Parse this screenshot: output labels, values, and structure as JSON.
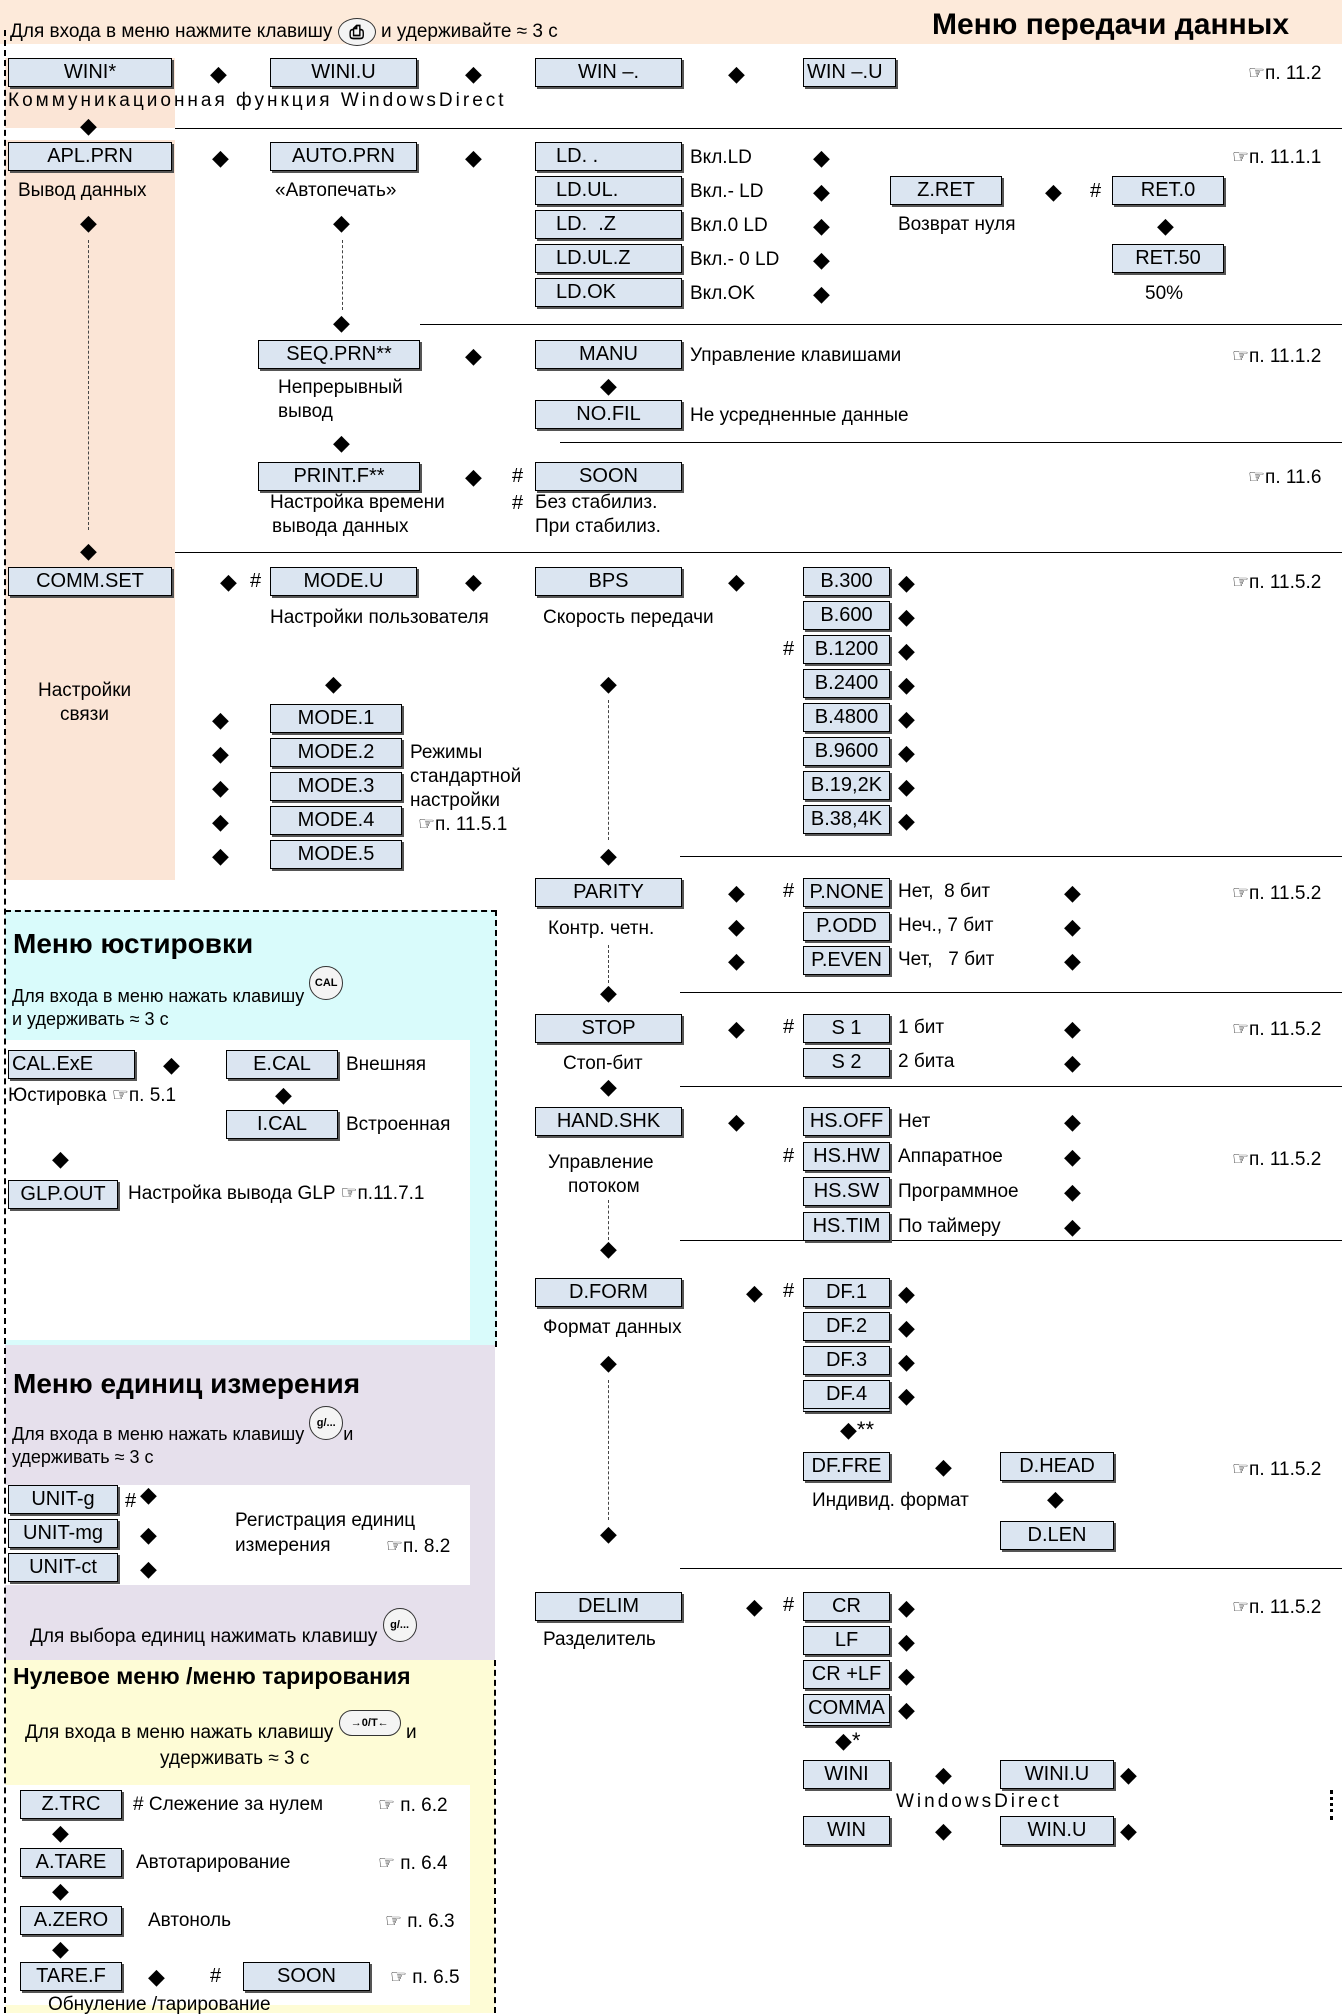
{
  "header": {
    "instruction_pre": "Для входа в меню нажмите клавишу",
    "instruction_post": "и удерживайте ≈ 3 с",
    "title": "Меню передачи данных",
    "print_key": "⎙"
  },
  "wini_row": {
    "wini": "WINI*",
    "wini_u": "WINI.U",
    "win": "WIN –.",
    "win_u": "WIN –.U",
    "ref": "☞п. 11.2",
    "desc": "Коммуникационная функция WindowsDirect"
  },
  "apl": {
    "box": "APL.PRN",
    "label": "Вывод данных",
    "auto": "AUTO.PRN",
    "auto_desc": "«Автопечать»",
    "ref": "☞п. 11.1.1",
    "ld": [
      "LD.  .",
      "LD.UL.",
      "LD.  .Z",
      "LD.UL.Z",
      "LD.OK"
    ],
    "ld_desc": [
      "Вкл.LD",
      "Вкл.- LD",
      "Вкл.0 LD",
      "Вкл.- 0 LD",
      "Вкл.OK"
    ],
    "zret": "Z.RET",
    "zret_desc": "Возврат нуля",
    "ret0": "RET.0",
    "ret50": "RET.50",
    "ret50_desc": "50%"
  },
  "seq": {
    "box": "SEQ.PRN**",
    "desc1": "Непрерывный",
    "desc2": "вывод",
    "manu": "MANU",
    "manu_desc": "Управление клавишами",
    "nofil": "NO.FIL",
    "nofil_desc": "Не усредненные данные",
    "ref": "☞п. 11.1.2"
  },
  "printf": {
    "box": "PRINT.F**",
    "desc1": "Настройка времени",
    "desc2": "вывода данных",
    "soon": "SOON",
    "soon_desc1": "Без стабилиз.",
    "soon_desc2": "При стабилиз.",
    "ref": "☞п. 11.6"
  },
  "comm": {
    "box": "COMM.SET",
    "label1": "Настройки",
    "label2": "связи",
    "mode_u": "MODE.U",
    "mode_u_desc": "Настройки пользователя",
    "modes": [
      "MODE.1",
      "MODE.2",
      "MODE.3",
      "MODE.4",
      "MODE.5"
    ],
    "modes_desc": [
      "Режимы",
      "стандартной",
      "настройки",
      "☞п. 11.5.1"
    ],
    "bps": "BPS",
    "bps_desc": "Скорость передачи",
    "bauds": [
      "B.300",
      "B.600",
      "B.1200",
      "B.2400",
      "B.4800",
      "B.9600",
      "B.19,2K",
      "B.38,4K"
    ],
    "ref": "☞п. 11.5.2"
  },
  "parity": {
    "box": "PARITY",
    "desc": "Контр. четн.",
    "items": [
      "P.NONE",
      "P.ODD",
      "P.EVEN"
    ],
    "items_desc": [
      "Нет,  8 бит",
      "Неч., 7 бит",
      "Чет,   7 бит"
    ],
    "ref": "☞п. 11.5.2"
  },
  "stop": {
    "box": "STOP",
    "desc": "Стоп-бит",
    "items": [
      "S 1",
      "S 2"
    ],
    "items_desc": [
      "1 бит",
      "2 бита"
    ],
    "ref": "☞п. 11.5.2"
  },
  "hand": {
    "box": "HAND.SHK",
    "desc1": "Управление",
    "desc2": "потоком",
    "items": [
      "HS.OFF",
      "HS.HW",
      "HS.SW",
      "HS.TIM"
    ],
    "items_desc": [
      "Нет",
      "Аппаратное",
      "Программное",
      "По таймеру"
    ],
    "ref": "☞п. 11.5.2"
  },
  "dform": {
    "box": "D.FORM",
    "desc": "Формат данных",
    "items": [
      "DF.1",
      "DF.2",
      "DF.3",
      "DF.4"
    ],
    "dfre": "DF.FRE",
    "dfre_desc": "Индивид. формат",
    "dhead": "D.HEAD",
    "dlen": "D.LEN",
    "ref": "☞п. 11.5.2"
  },
  "delim": {
    "box": "DELIM",
    "desc": "Разделитель",
    "items": [
      "CR",
      "LF",
      "CR +LF",
      "COMMA"
    ],
    "wini": "WINI",
    "wini_u": "WINI.U",
    "win": "WIN",
    "win_u": "WIN.U",
    "wd": "WindowsDirect",
    "ref": "☞п. 11.5.2"
  },
  "cal": {
    "title": "Меню юстировки",
    "instr1": "Для входа в меню нажать  клавишу",
    "instr2": "и удерживать ≈ 3 с",
    "key": "CAL",
    "box": "CAL.ExE",
    "label": "Юстировка ☞п. 5.1",
    "ecal": "E.CAL",
    "ecal_desc": "Внешняя",
    "ical": "I.CAL",
    "ical_desc": "Встроенная",
    "glp": "GLP.OUT",
    "glp_desc": "Настройка вывода GLP ☞п.11.7.1"
  },
  "units": {
    "title": "Меню единиц измерения",
    "instr1": "Для входа в меню нажать  клавишу",
    "instr1b": "и",
    "instr2": "удерживать ≈ 3 с",
    "key": "g/...",
    "items": [
      "UNIT-g",
      "UNIT-mg",
      "UNIT-ct"
    ],
    "desc1": "Регистрация единиц",
    "desc2": "измерения",
    "ref": "☞п. 8.2",
    "select": "Для выбора единиц нажимать клавишу"
  },
  "zero": {
    "title": "Нулевое меню /меню тарирования",
    "instr1": "Для входа в меню нажать  клавишу",
    "instr1b": "и",
    "instr2": "удерживать ≈ 3 с",
    "key": "→0/T←",
    "ztrc": "Z.TRC",
    "ztrc_desc": "# Слежение за нулем",
    "ztrc_ref": "☞ п. 6.2",
    "atare": "A.TARE",
    "atare_desc": "Автотарирование",
    "atare_ref": "☞ п. 6.4",
    "azero": "A.ZERO",
    "azero_desc": "Автоноль",
    "azero_ref": "☞ п. 6.3",
    "taref": "TARE.F",
    "soon": "SOON",
    "taref_ref": "☞ п. 6.5",
    "footer": "Обнуление /тарирование"
  },
  "symbols": {
    "lr": "◆",
    "ud": "◆",
    "hash": "#",
    "star2": "◆**",
    "star1": "◆*",
    "dots": "⋮"
  },
  "colors": {
    "peach": "#fbe5d6",
    "cyan": "#d9fbfb",
    "lavender": "#e6e0ec",
    "cream": "#fefcd6",
    "box": "#dbe5f1",
    "header_bg": "#fdeada"
  }
}
